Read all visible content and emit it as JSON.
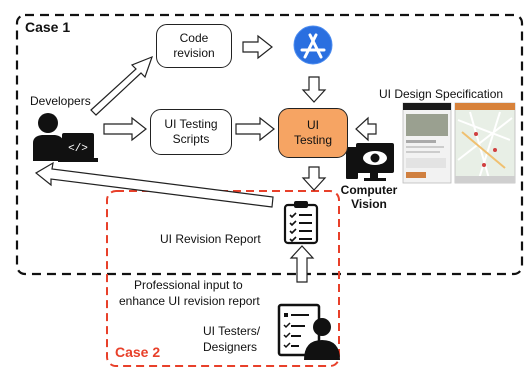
{
  "case1": {
    "label": "Case 1"
  },
  "case2": {
    "label": "Case 2"
  },
  "nodes": {
    "code_revision": {
      "line1": "Code",
      "line2": "revision"
    },
    "ui_testing_scripts": {
      "line1": "UI Testing",
      "line2": "Scripts"
    },
    "ui_testing": {
      "line1": "UI",
      "line2": "Testing"
    }
  },
  "labels": {
    "developers": "Developers",
    "ui_design_spec": "UI Design Specification",
    "computer_vision_1": "Computer",
    "computer_vision_2": "Vision",
    "ui_revision_report": "UI Revision Report",
    "professional_input_1": "Professional input to",
    "professional_input_2": "enhance UI revision report",
    "ui_testers_1": "UI Testers/",
    "ui_testers_2": "Designers"
  },
  "colors": {
    "ui_testing_fill": "#f6a463",
    "case2_border": "#e8402a",
    "appstore_blue": "#2a6fe0"
  },
  "icons": [
    "developer-icon",
    "app-store-icon",
    "computer-vision-icon",
    "checklist-icon",
    "tester-icon",
    "phone-screenshot-icon"
  ]
}
